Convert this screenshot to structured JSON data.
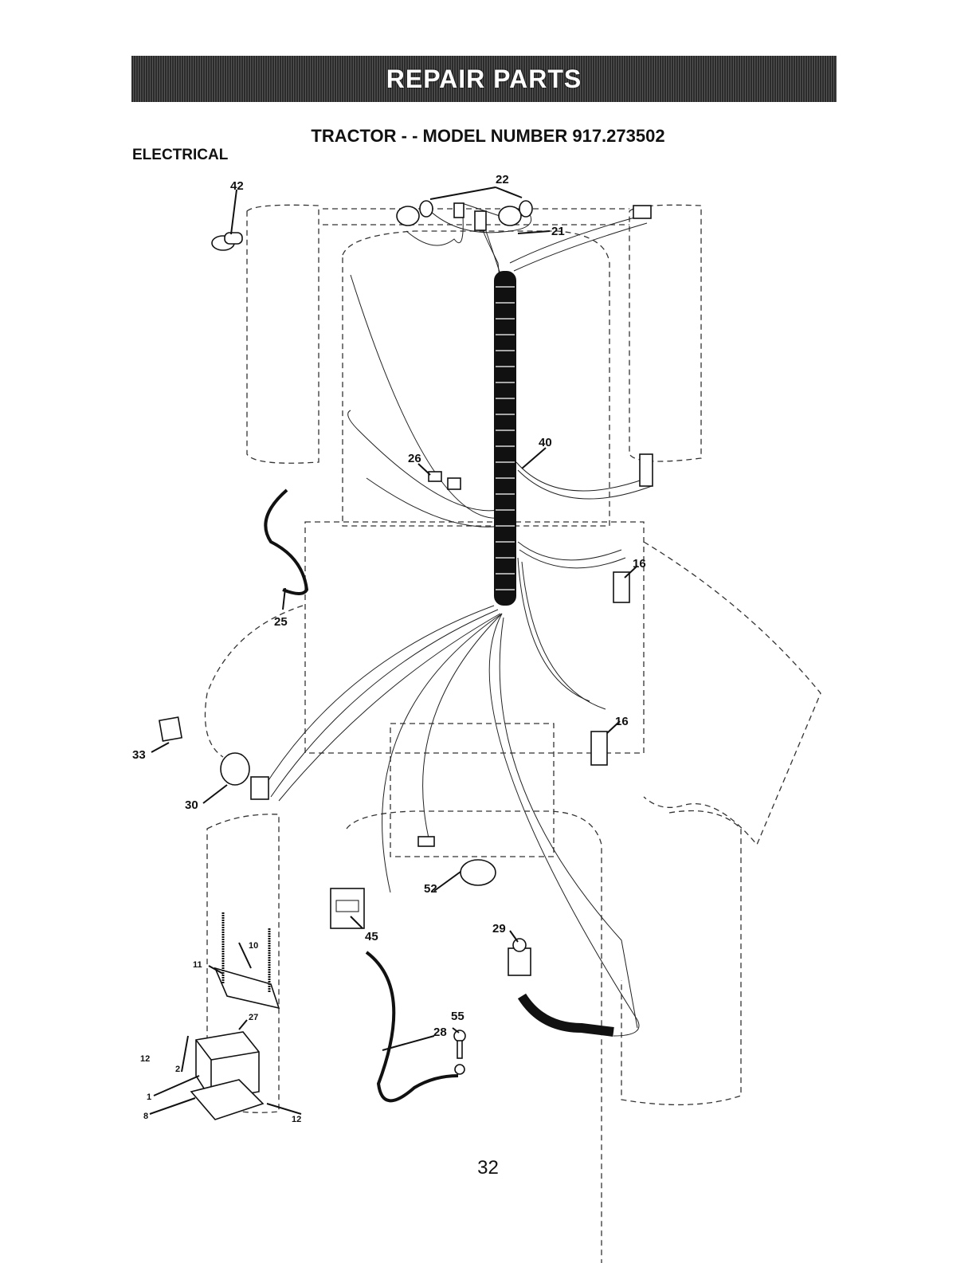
{
  "banner": "REPAIR PARTS",
  "title": "TRACTOR - - MODEL NUMBER 917.273502",
  "section": "ELECTRICAL",
  "page_number": "32",
  "callouts": [
    "22",
    "21",
    "42",
    "40",
    "26",
    "16",
    "25",
    "16",
    "33",
    "30",
    "52",
    "45",
    "29",
    "10",
    "11",
    "27",
    "55",
    "28",
    "12",
    "2",
    "1",
    "8",
    "12"
  ]
}
